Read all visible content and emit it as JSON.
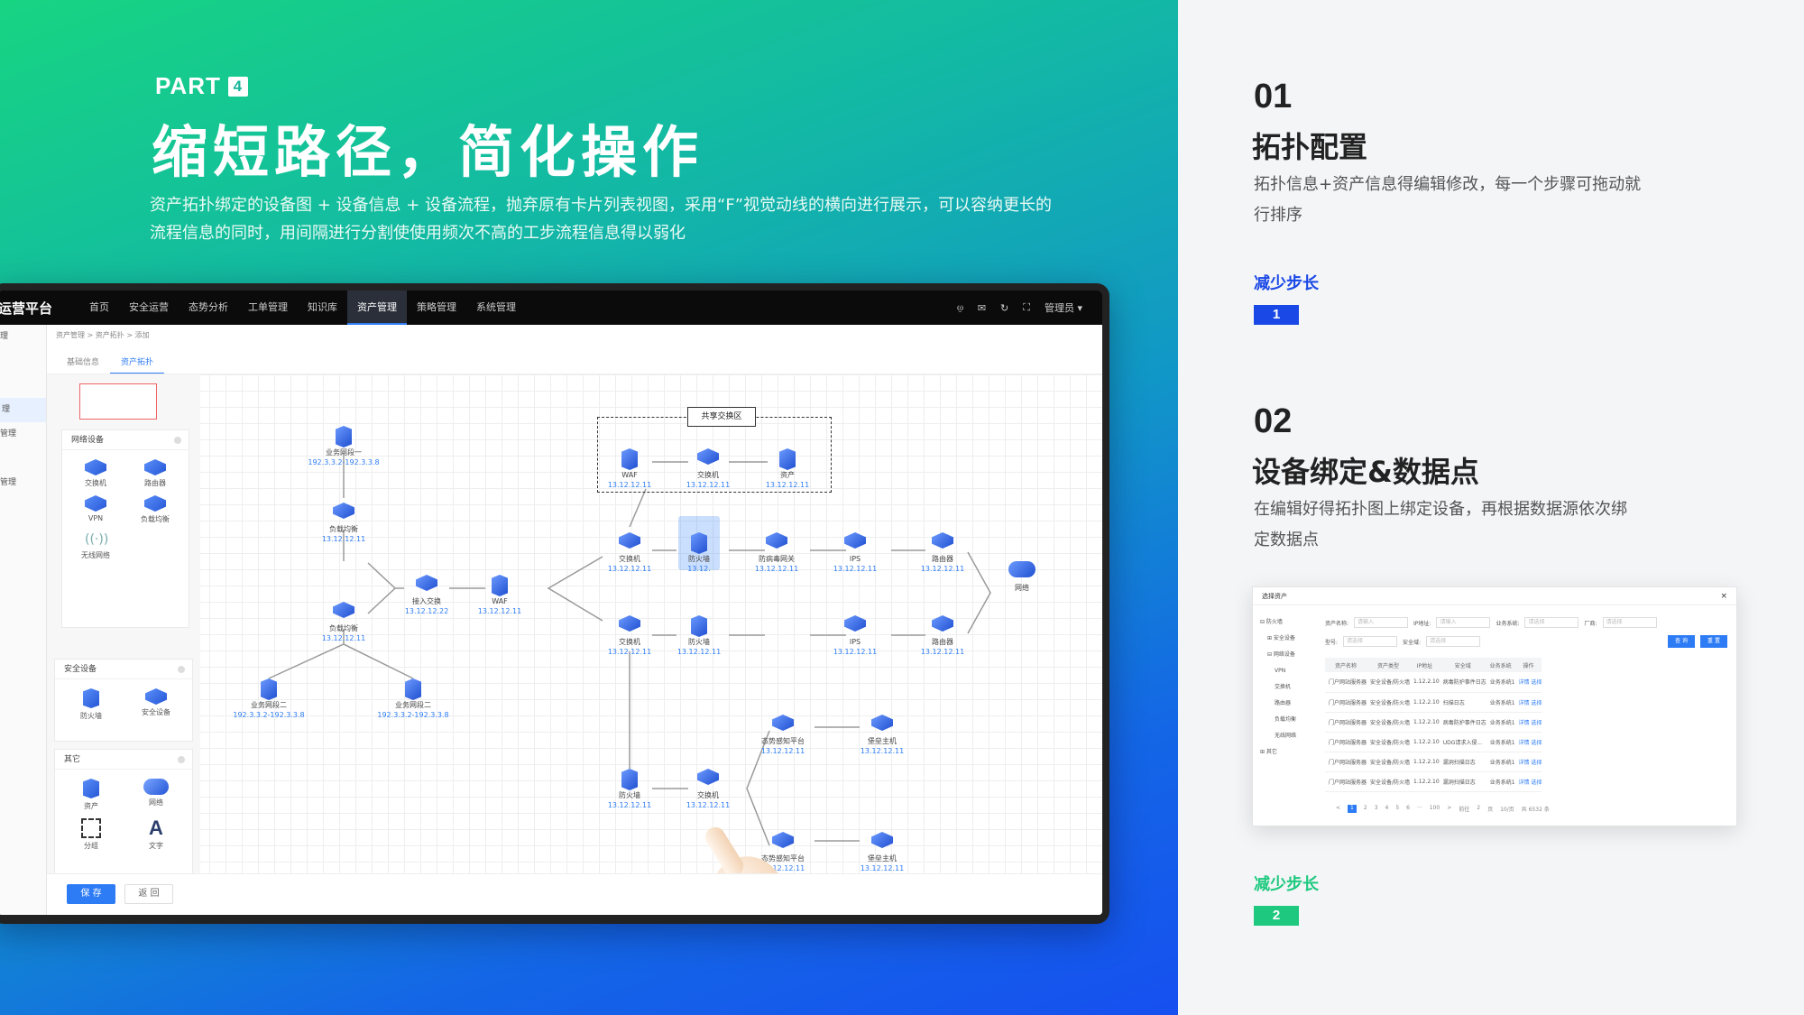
{
  "hero": {
    "part_label": "PART",
    "part_num": "4",
    "title": "缩短路径，简化操作",
    "desc": "资产拓扑绑定的设备图 + 设备信息 + 设备流程，抛弃原有卡片列表视图，采用“F”视觉动线的横向进行展示，可以容纳更长的流程信息的同时，用间隔进行分割使使用频次不高的工步流程信息得以弱化"
  },
  "app": {
    "brand": "运营平台",
    "nav": [
      "首页",
      "安全运营",
      "态势分析",
      "工单管理",
      "知识库",
      "资产管理",
      "策略管理",
      "系统管理"
    ],
    "active_nav": 5,
    "user": "管理员",
    "left_items": [
      "理",
      "",
      "",
      "理",
      "管理",
      "",
      "管理"
    ],
    "breadcrumb": "资产管理 > 资产拓扑 > 添加",
    "tabs": [
      "基础信息",
      "资产拓扑"
    ],
    "palette": {
      "network": {
        "title": "网络设备",
        "items": [
          "交换机",
          "路由器",
          "VPN",
          "负载均衡",
          "无线网络"
        ]
      },
      "security": {
        "title": "安全设备",
        "items": [
          "防火墙",
          "安全设备"
        ]
      },
      "other": {
        "title": "其它",
        "items": [
          "资产",
          "网络",
          "分组",
          "文字"
        ]
      }
    },
    "save": "保 存",
    "back": "返 回",
    "topology": {
      "zone_label": "共享交换区",
      "nodes": [
        {
          "label": "业务网段一",
          "ip": "192.3.3.2-192.3.3.8"
        },
        {
          "label": "负载均衡",
          "ip": "13.12.12.11"
        },
        {
          "label": "负载均衡",
          "ip": "13.12.12.11"
        },
        {
          "label": "业务网段二",
          "ip": "192.3.3.2-192.3.3.8"
        },
        {
          "label": "业务网段二",
          "ip": "192.3.3.2-192.3.3.8"
        },
        {
          "label": "接入交换",
          "ip": "13.12.12.22"
        },
        {
          "label": "WAF",
          "ip": "13.12.12.11"
        },
        {
          "label": "WAF",
          "ip": "13.12.12.11"
        },
        {
          "label": "交换机",
          "ip": "13.12.12.11"
        },
        {
          "label": "资产",
          "ip": "13.12.12.11"
        },
        {
          "label": "交换机",
          "ip": "13.12.12.11"
        },
        {
          "label": "防火墙",
          "ip": "13.12."
        },
        {
          "label": "防病毒网关",
          "ip": "13.12.12.11"
        },
        {
          "label": "IPS",
          "ip": "13.12.12.11"
        },
        {
          "label": "路由器",
          "ip": "13.12.12.11"
        },
        {
          "label": "网络",
          "ip": ""
        },
        {
          "label": "交换机",
          "ip": "13.12.12.11"
        },
        {
          "label": "防火墙",
          "ip": "13.12.12.11"
        },
        {
          "label": "IPS",
          "ip": "13.12.12.11"
        },
        {
          "label": "路由器",
          "ip": "13.12.12.11"
        },
        {
          "label": "态势感知平台",
          "ip": "13.12.12.11"
        },
        {
          "label": "堡垒主机",
          "ip": "13.12.12.11"
        },
        {
          "label": "防火墙",
          "ip": "13.12.12.11"
        },
        {
          "label": "交换机",
          "ip": "13.12.12.11"
        },
        {
          "label": "态势感知平台",
          "ip": "13.12.12.11"
        },
        {
          "label": "堡垒主机",
          "ip": "13.12.12.11"
        }
      ]
    }
  },
  "sections": [
    {
      "num": "01",
      "head": "拓扑配置",
      "text": "拓扑信息+资产信息得编辑修改，每一个步骤可拖动就行排序",
      "tag": "减少步长",
      "badge": "1",
      "color": "#1a48e6"
    },
    {
      "num": "02",
      "head": "设备绑定&数据点",
      "text": "在编辑好得拓扑图上绑定设备，再根据数据源依次绑定数据点",
      "tag": "减少步长",
      "badge": "2",
      "color": "#1ec97f"
    }
  ],
  "dialog": {
    "title": "选择资产",
    "tree": [
      "⊟ 防火墙",
      "⊞ 安全设备",
      "⊟ 网络设备",
      "VPN",
      "交换机",
      "路由器",
      "负载均衡",
      "无线网络",
      "⊞ 其它"
    ],
    "filters": [
      "资产名称:",
      "请输入",
      "IP地址:",
      "请输入",
      "业务系统:",
      "请选择",
      "厂商:",
      "请选择",
      "型号:",
      "请选择",
      "安全域:",
      "请选择"
    ],
    "buttons": [
      "查 询",
      "重 置"
    ],
    "columns": [
      "资产名称",
      "资产类型",
      "IP地址",
      "安全域",
      "业务系统",
      "操作"
    ],
    "rows": [
      [
        "门户网站服务器",
        "安全设备/防火墙",
        "1.12.2.10",
        "病毒防护事件日志",
        "业务系统1",
        "详情 选择"
      ],
      [
        "门户网站服务器",
        "安全设备/防火墙",
        "1.12.2.10",
        "扫描日志",
        "业务系统1",
        "详情 选择"
      ],
      [
        "门户网站服务器",
        "安全设备/防火墙",
        "1.12.2.10",
        "病毒防护事件日志",
        "业务系统1",
        "详情 选择"
      ],
      [
        "门户网站服务器",
        "安全设备/防火墙",
        "1.12.2.10",
        "UDG请求入侵...",
        "业务系统1",
        "详情 选择"
      ],
      [
        "门户网站服务器",
        "安全设备/防火墙",
        "1.12.2.10",
        "漏洞扫描日志",
        "业务系统1",
        "详情 选择"
      ],
      [
        "门户网站服务器",
        "安全设备/防火墙",
        "1.12.2.10",
        "漏洞扫描日志",
        "业务系统1",
        "详情 选择"
      ]
    ],
    "pager": [
      "<",
      "1",
      "2",
      "3",
      "4",
      "5",
      "6",
      "···",
      "100",
      ">",
      "前往",
      "2",
      "页",
      "10/页",
      "共 6532 条"
    ]
  }
}
